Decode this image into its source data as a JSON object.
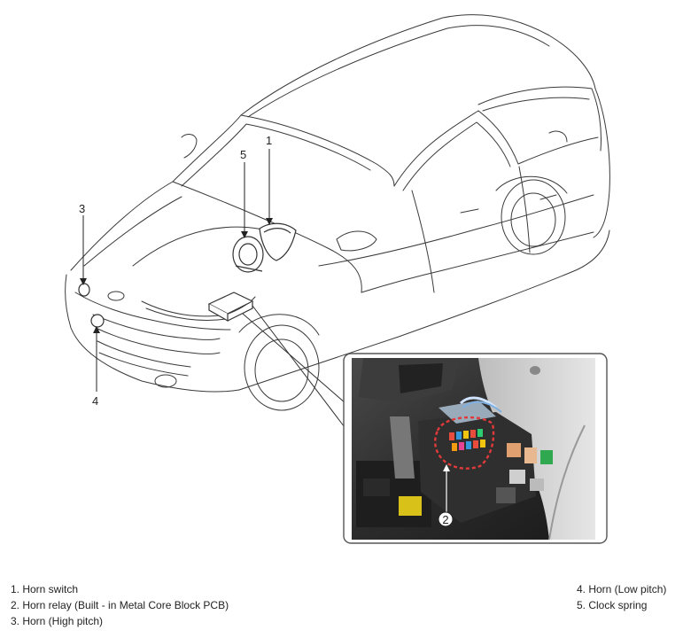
{
  "callouts": {
    "c1": "1",
    "c2": "2",
    "c3": "3",
    "c4": "4",
    "c5": "5"
  },
  "legend": {
    "left": [
      "1. Horn switch",
      "2. Horn relay (Built - in Metal Core Block PCB)",
      "3. Horn (High pitch)"
    ],
    "right": [
      "4. Horn (Low pitch)",
      "5. Clock spring"
    ]
  },
  "colors": {
    "line": "#3a3a3a",
    "photo_frame": "#555555",
    "relay_highlight": "#e23a3a"
  }
}
